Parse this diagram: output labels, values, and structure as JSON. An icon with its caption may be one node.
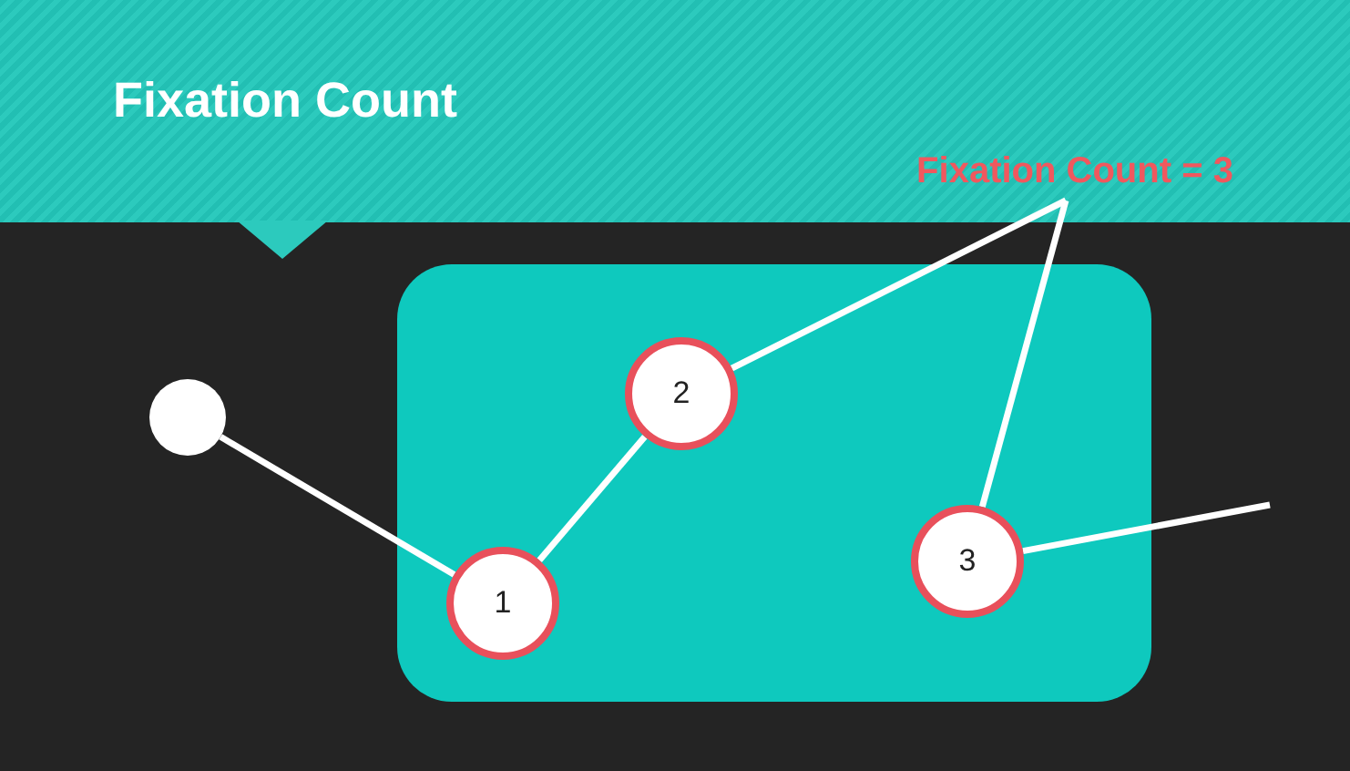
{
  "diagram": {
    "title": "Fixation Count",
    "nodes": [
      {
        "text": [],
        "shape": "box"
      },
      {
        "text": [],
        "shape": "circle"
      },
      {
        "text": [
          "1"
        ],
        "in": 0
      },
      {
        "text": [
          "2"
        ],
        "in": 0
      },
      {
        "text": [
          "3"
        ],
        "in": 0
      },
      {
        "text": [
          "Fixation Count = 3"
        ]
      }
    ],
    "edges": [
      {
        "from": 1,
        "to": 2,
        "arrow": "none"
      },
      {
        "from": 2,
        "to": 3,
        "arrow": "none"
      },
      {
        "from": 5,
        "to": 3,
        "arrow": "none"
      },
      {
        "from": 5,
        "to": 4,
        "arrow": "none"
      },
      {
        "from": 4,
        "to": null,
        "arrow": "none"
      }
    ]
  }
}
